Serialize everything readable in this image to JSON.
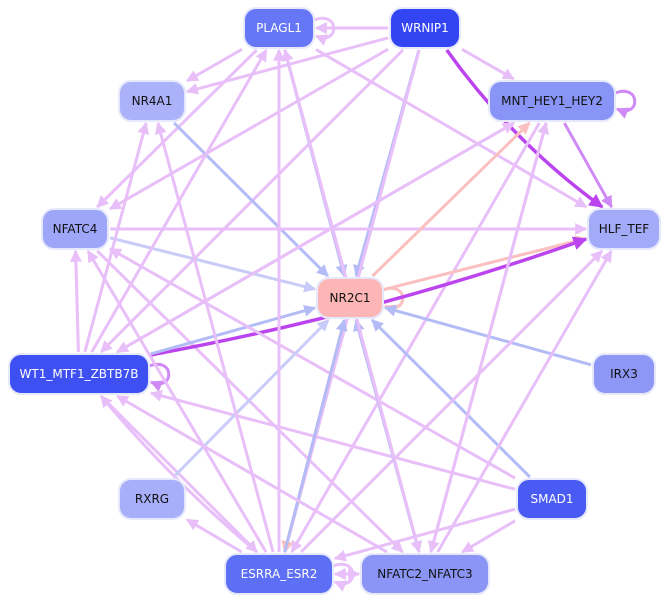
{
  "title": "Gene regulatory network",
  "edge_colors": {
    "light_purple": "#e8bff8",
    "purple": "#cf8af5",
    "strong_purple": "#bb44ee",
    "light_blue": "#b4bcf7",
    "pale_blue": "#c9ccf8",
    "salmon": "#fbbfbf"
  },
  "nodes": [
    {
      "id": "PLAGL1",
      "label": "PLAGL1",
      "fill": "#6677f5",
      "text_color": "#ffffff"
    },
    {
      "id": "WRNIP1",
      "label": "WRNIP1",
      "fill": "#3344f2",
      "text_color": "#ffffff"
    },
    {
      "id": "NR4A1",
      "label": "NR4A1",
      "fill": "#abb2fa",
      "text_color": "#111111"
    },
    {
      "id": "MNT_HEY1_HEY2",
      "label": "MNT_HEY1_HEY2",
      "fill": "#8894f6",
      "text_color": "#111111"
    },
    {
      "id": "NFATC4",
      "label": "NFATC4",
      "fill": "#9ea6f9",
      "text_color": "#111111"
    },
    {
      "id": "HLF_TEF",
      "label": "HLF_TEF",
      "fill": "#a3abf9",
      "text_color": "#111111"
    },
    {
      "id": "NR2C1",
      "label": "NR2C1",
      "fill": "#fdb6b6",
      "text_color": "#111111"
    },
    {
      "id": "WT1_MTF1_ZBTB7B",
      "label": "WT1_MTF1_ZBTB7B",
      "fill": "#3f50f2",
      "text_color": "#ffffff"
    },
    {
      "id": "IRX3",
      "label": "IRX3",
      "fill": "#8d98f6",
      "text_color": "#111111"
    },
    {
      "id": "RXRG",
      "label": "RXRG",
      "fill": "#a8affa",
      "text_color": "#111111"
    },
    {
      "id": "SMAD1",
      "label": "SMAD1",
      "fill": "#4a5bf3",
      "text_color": "#ffffff"
    },
    {
      "id": "ESRRA_ESR2",
      "label": "ESRRA_ESR2",
      "fill": "#5d6ff4",
      "text_color": "#ffffff"
    },
    {
      "id": "NFATC2_NFATC3",
      "label": "NFATC2_NFATC3",
      "fill": "#8a95f6",
      "text_color": "#111111"
    }
  ],
  "edges": [
    {
      "source": "PLAGL1",
      "target": "PLAGL1",
      "color": "light_purple"
    },
    {
      "source": "WRNIP1",
      "target": "PLAGL1",
      "color": "light_purple"
    },
    {
      "source": "MNT_HEY1_HEY2",
      "target": "MNT_HEY1_HEY2",
      "color": "purple"
    },
    {
      "source": "NR2C1",
      "target": "NR2C1",
      "color": "salmon"
    },
    {
      "source": "WT1_MTF1_ZBTB7B",
      "target": "WT1_MTF1_ZBTB7B",
      "color": "purple"
    },
    {
      "source": "ESRRA_ESR2",
      "target": "ESRRA_ESR2",
      "color": "light_purple"
    },
    {
      "source": "PLAGL1",
      "target": "NR4A1",
      "color": "light_purple"
    },
    {
      "source": "WRNIP1",
      "target": "NR4A1",
      "color": "light_purple"
    },
    {
      "source": "WRNIP1",
      "target": "MNT_HEY1_HEY2",
      "color": "light_purple"
    },
    {
      "source": "WRNIP1",
      "target": "HLF_TEF",
      "color": "strong_purple"
    },
    {
      "source": "WRNIP1",
      "target": "NR2C1",
      "color": "light_blue"
    },
    {
      "source": "WRNIP1",
      "target": "NFATC4",
      "color": "light_purple"
    },
    {
      "source": "WRNIP1",
      "target": "WT1_MTF1_ZBTB7B",
      "color": "light_purple"
    },
    {
      "source": "WRNIP1",
      "target": "ESRRA_ESR2",
      "color": "light_purple"
    },
    {
      "source": "PLAGL1",
      "target": "NR2C1",
      "color": "light_blue"
    },
    {
      "source": "PLAGL1",
      "target": "HLF_TEF",
      "color": "light_purple"
    },
    {
      "source": "PLAGL1",
      "target": "NFATC4",
      "color": "light_purple"
    },
    {
      "source": "PLAGL1",
      "target": "NFATC2_NFATC3",
      "color": "light_purple"
    },
    {
      "source": "NR4A1",
      "target": "NR2C1",
      "color": "light_blue"
    },
    {
      "source": "MNT_HEY1_HEY2",
      "target": "HLF_TEF",
      "color": "purple"
    },
    {
      "source": "MNT_HEY1_HEY2",
      "target": "ESRRA_ESR2",
      "color": "light_purple"
    },
    {
      "source": "MNT_HEY1_HEY2",
      "target": "NFATC2_NFATC3",
      "color": "light_purple"
    },
    {
      "source": "MNT_HEY1_HEY2",
      "target": "WT1_MTF1_ZBTB7B",
      "color": "light_purple"
    },
    {
      "source": "NFATC4",
      "target": "HLF_TEF",
      "color": "light_purple"
    },
    {
      "source": "NFATC4",
      "target": "NR2C1",
      "color": "pale_blue"
    },
    {
      "source": "NFATC4",
      "target": "NFATC2_NFATC3",
      "color": "light_purple"
    },
    {
      "source": "NR2C1",
      "target": "HLF_TEF",
      "color": "salmon"
    },
    {
      "source": "NR2C1",
      "target": "MNT_HEY1_HEY2",
      "color": "salmon"
    },
    {
      "source": "NR2C1",
      "target": "ESRRA_ESR2",
      "color": "salmon"
    },
    {
      "source": "WT1_MTF1_ZBTB7B",
      "target": "HLF_TEF",
      "color": "strong_purple"
    },
    {
      "source": "WT1_MTF1_ZBTB7B",
      "target": "NR2C1",
      "color": "light_blue"
    },
    {
      "source": "WT1_MTF1_ZBTB7B",
      "target": "NFATC4",
      "color": "light_purple"
    },
    {
      "source": "WT1_MTF1_ZBTB7B",
      "target": "PLAGL1",
      "color": "light_purple"
    },
    {
      "source": "WT1_MTF1_ZBTB7B",
      "target": "MNT_HEY1_HEY2",
      "color": "light_purple"
    },
    {
      "source": "WT1_MTF1_ZBTB7B",
      "target": "NR4A1",
      "color": "light_purple"
    },
    {
      "source": "WT1_MTF1_ZBTB7B",
      "target": "ESRRA_ESR2",
      "color": "light_purple"
    },
    {
      "source": "IRX3",
      "target": "NR2C1",
      "color": "light_blue"
    },
    {
      "source": "SMAD1",
      "target": "NR2C1",
      "color": "light_blue"
    },
    {
      "source": "SMAD1",
      "target": "ESRRA_ESR2",
      "color": "light_purple"
    },
    {
      "source": "SMAD1",
      "target": "NFATC2_NFATC3",
      "color": "light_purple"
    },
    {
      "source": "SMAD1",
      "target": "WT1_MTF1_ZBTB7B",
      "color": "light_purple"
    },
    {
      "source": "SMAD1",
      "target": "NFATC4",
      "color": "light_purple"
    },
    {
      "source": "RXRG",
      "target": "NR2C1",
      "color": "pale_blue"
    },
    {
      "source": "ESRRA_ESR2",
      "target": "RXRG",
      "color": "light_purple"
    },
    {
      "source": "ESRRA_ESR2",
      "target": "NR2C1",
      "color": "light_blue"
    },
    {
      "source": "ESRRA_ESR2",
      "target": "HLF_TEF",
      "color": "light_purple"
    },
    {
      "source": "ESRRA_ESR2",
      "target": "PLAGL1",
      "color": "light_purple"
    },
    {
      "source": "ESRRA_ESR2",
      "target": "NR4A1",
      "color": "light_purple"
    },
    {
      "source": "ESRRA_ESR2",
      "target": "NFATC4",
      "color": "light_purple"
    },
    {
      "source": "ESRRA_ESR2",
      "target": "WT1_MTF1_ZBTB7B",
      "color": "light_purple"
    },
    {
      "source": "ESRRA_ESR2",
      "target": "NFATC2_NFATC3",
      "color": "light_purple"
    },
    {
      "source": "NFATC2_NFATC3",
      "target": "NR2C1",
      "color": "light_blue"
    },
    {
      "source": "NFATC2_NFATC3",
      "target": "HLF_TEF",
      "color": "light_purple"
    },
    {
      "source": "NFATC2_NFATC3",
      "target": "ESRRA_ESR2",
      "color": "light_purple"
    },
    {
      "source": "NFATC2_NFATC3",
      "target": "MNT_HEY1_HEY2",
      "color": "light_purple"
    },
    {
      "source": "NFATC2_NFATC3",
      "target": "PLAGL1",
      "color": "light_purple"
    },
    {
      "source": "NFATC2_NFATC3",
      "target": "WT1_MTF1_ZBTB7B",
      "color": "light_purple"
    }
  ]
}
